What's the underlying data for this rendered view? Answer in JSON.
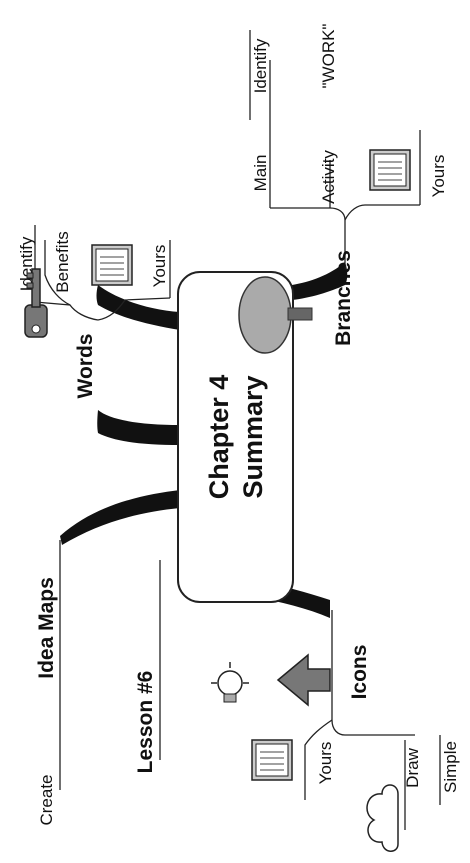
{
  "center": {
    "line1": "Chapter 4",
    "line2": "Summary"
  },
  "branches": {
    "words": {
      "label": "Words",
      "sub": [
        "Identify",
        "Benefits",
        "Yours"
      ],
      "icon": "key-icon"
    },
    "branches": {
      "label": "Branches",
      "sub": [
        "Main",
        "Identify",
        "Activity",
        "\"WORK\"",
        "Yours"
      ],
      "icon": "tree-icon"
    },
    "idea_maps": {
      "label": "Idea Maps",
      "sub": [
        "Create"
      ]
    },
    "lesson": {
      "label": "Lesson #6",
      "icons": [
        "lightbulb-icon",
        "arrow-icon"
      ]
    },
    "icons": {
      "label": "Icons",
      "sub": [
        "Yours",
        "Draw",
        "Simple"
      ],
      "icon": "cloud-icon"
    }
  },
  "colors": {
    "ink": "#111111",
    "icon_fill": "#888888",
    "background": "#ffffff"
  }
}
